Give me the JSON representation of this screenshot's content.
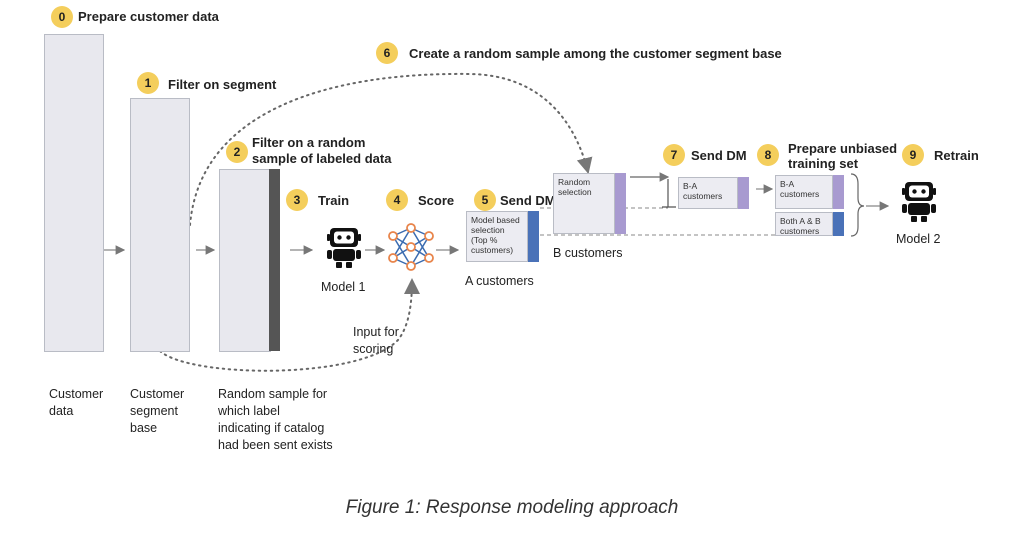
{
  "steps": [
    {
      "num": "0",
      "title": "Prepare customer data"
    },
    {
      "num": "1",
      "title": "Filter on segment"
    },
    {
      "num": "2",
      "title_line1": "Filter on a random",
      "title_line2": "sample of labeled data"
    },
    {
      "num": "3",
      "title": "Train"
    },
    {
      "num": "4",
      "title": "Score"
    },
    {
      "num": "5",
      "title": "Send DM"
    },
    {
      "num": "6",
      "title": "Create a random sample among the customer segment base"
    },
    {
      "num": "7",
      "title": "Send DM"
    },
    {
      "num": "8",
      "title_line1": "Prepare unbiased",
      "title_line2": "training set"
    },
    {
      "num": "9",
      "title": "Retrain"
    }
  ],
  "captions": {
    "customer_data": [
      "Customer",
      "data"
    ],
    "segment_base": [
      "Customer",
      "segment",
      "base"
    ],
    "random_sample": [
      "Random sample for",
      "which label",
      "indicating if catalog",
      "had been sent exists"
    ],
    "model1": "Model 1",
    "model2": "Model 2",
    "input_scoring": [
      "Input for",
      "scoring"
    ],
    "a_customers": "A customers",
    "b_customers": "B customers"
  },
  "boxes": {
    "model_based": [
      "Model based",
      "selection",
      "(Top %",
      "customers)"
    ],
    "random_selection": [
      "Random",
      "selection"
    ],
    "ba1": [
      "B-A",
      "customers"
    ],
    "ba2": [
      "B-A",
      "customers"
    ],
    "both": [
      "Both A & B",
      "customers"
    ]
  },
  "colors": {
    "badge": "#f4ce5c",
    "purple": "#a89ad0",
    "blue": "#4a72b8",
    "dark_bar": "#555555",
    "node": "#e8844a",
    "edge": "#3a6bb0"
  },
  "figure_caption": "Figure 1: Response modeling approach"
}
